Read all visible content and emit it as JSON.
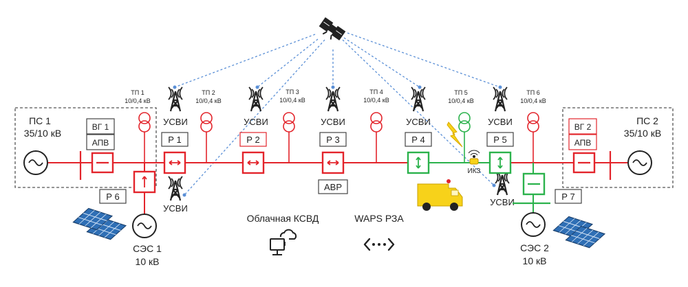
{
  "substations": {
    "ps1": {
      "name": "ПС 1",
      "voltage": "35/10 кВ",
      "gen_label": "ВГ 1",
      "apv_label": "АПВ"
    },
    "ps2": {
      "name": "ПС 2",
      "voltage": "35/10 кВ",
      "gen_label": "ВГ 2",
      "apv_label": "АПВ"
    }
  },
  "transformers": [
    {
      "name": "ТП 1",
      "rating": "10/0,4 кВ"
    },
    {
      "name": "ТП 2",
      "rating": "10/0,4 кВ"
    },
    {
      "name": "ТП 3",
      "rating": "10/0,4 кВ"
    },
    {
      "name": "ТП 4",
      "rating": "10/0,4 кВ"
    },
    {
      "name": "ТП 5",
      "rating": "10/0,4 кВ"
    },
    {
      "name": "ТП 6",
      "rating": "10/0,4 кВ"
    }
  ],
  "reclosers": [
    "Р 1",
    "Р 2",
    "Р 3",
    "Р 4",
    "Р 5",
    "Р 6",
    "Р 7"
  ],
  "usvi_label": "УСВИ",
  "avr_label": "АВР",
  "ikz_label": "ИКЗ",
  "solar_plants": {
    "ses1": {
      "name": "СЭС 1",
      "voltage": "10 кВ"
    },
    "ses2": {
      "name": "СЭС 2",
      "voltage": "10 кВ"
    }
  },
  "cloud_label": "Облачная КСВД",
  "waps_label": "WAPS РЗА",
  "colors": {
    "line_red": "#e3242b",
    "line_green": "#2bb24c",
    "dash_blue": "#5a8fd6",
    "truck_yellow": "#f7d21a",
    "dark": "#222222"
  },
  "icons": [
    "satellite-icon",
    "tower-icon",
    "transformer-icon",
    "generator-icon",
    "solar-panel-icon",
    "cloud-computer-icon",
    "waps-icon",
    "lightning-icon",
    "truck-icon"
  ]
}
